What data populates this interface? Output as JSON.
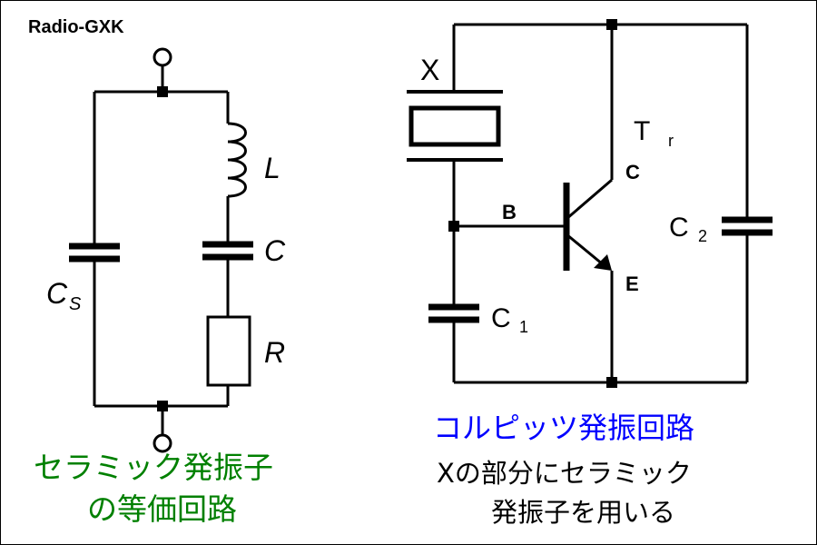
{
  "watermark": "Radio-GXK",
  "colors": {
    "red": "#ff0000",
    "blue": "#0000ff",
    "green": "#008000",
    "watermark": "#808080",
    "black": "#000000"
  },
  "equivalent": {
    "L": "L",
    "C": "C",
    "Cs_main": "C",
    "Cs_sub": "S",
    "R": "R",
    "caption_line1": "セラミック発振子",
    "caption_line2": "の等価回路"
  },
  "colpitts": {
    "X": "X",
    "Tr_main": "T",
    "Tr_sub": "r",
    "collector": "C",
    "base": "B",
    "emitter": "E",
    "C1_main": "C",
    "C1_sub": "1",
    "C2_main": "C",
    "C2_sub": "2",
    "title": "コルピッツ発振回路",
    "note_line1": "Xの部分にセラミック",
    "note_line2": "発振子を用いる"
  }
}
